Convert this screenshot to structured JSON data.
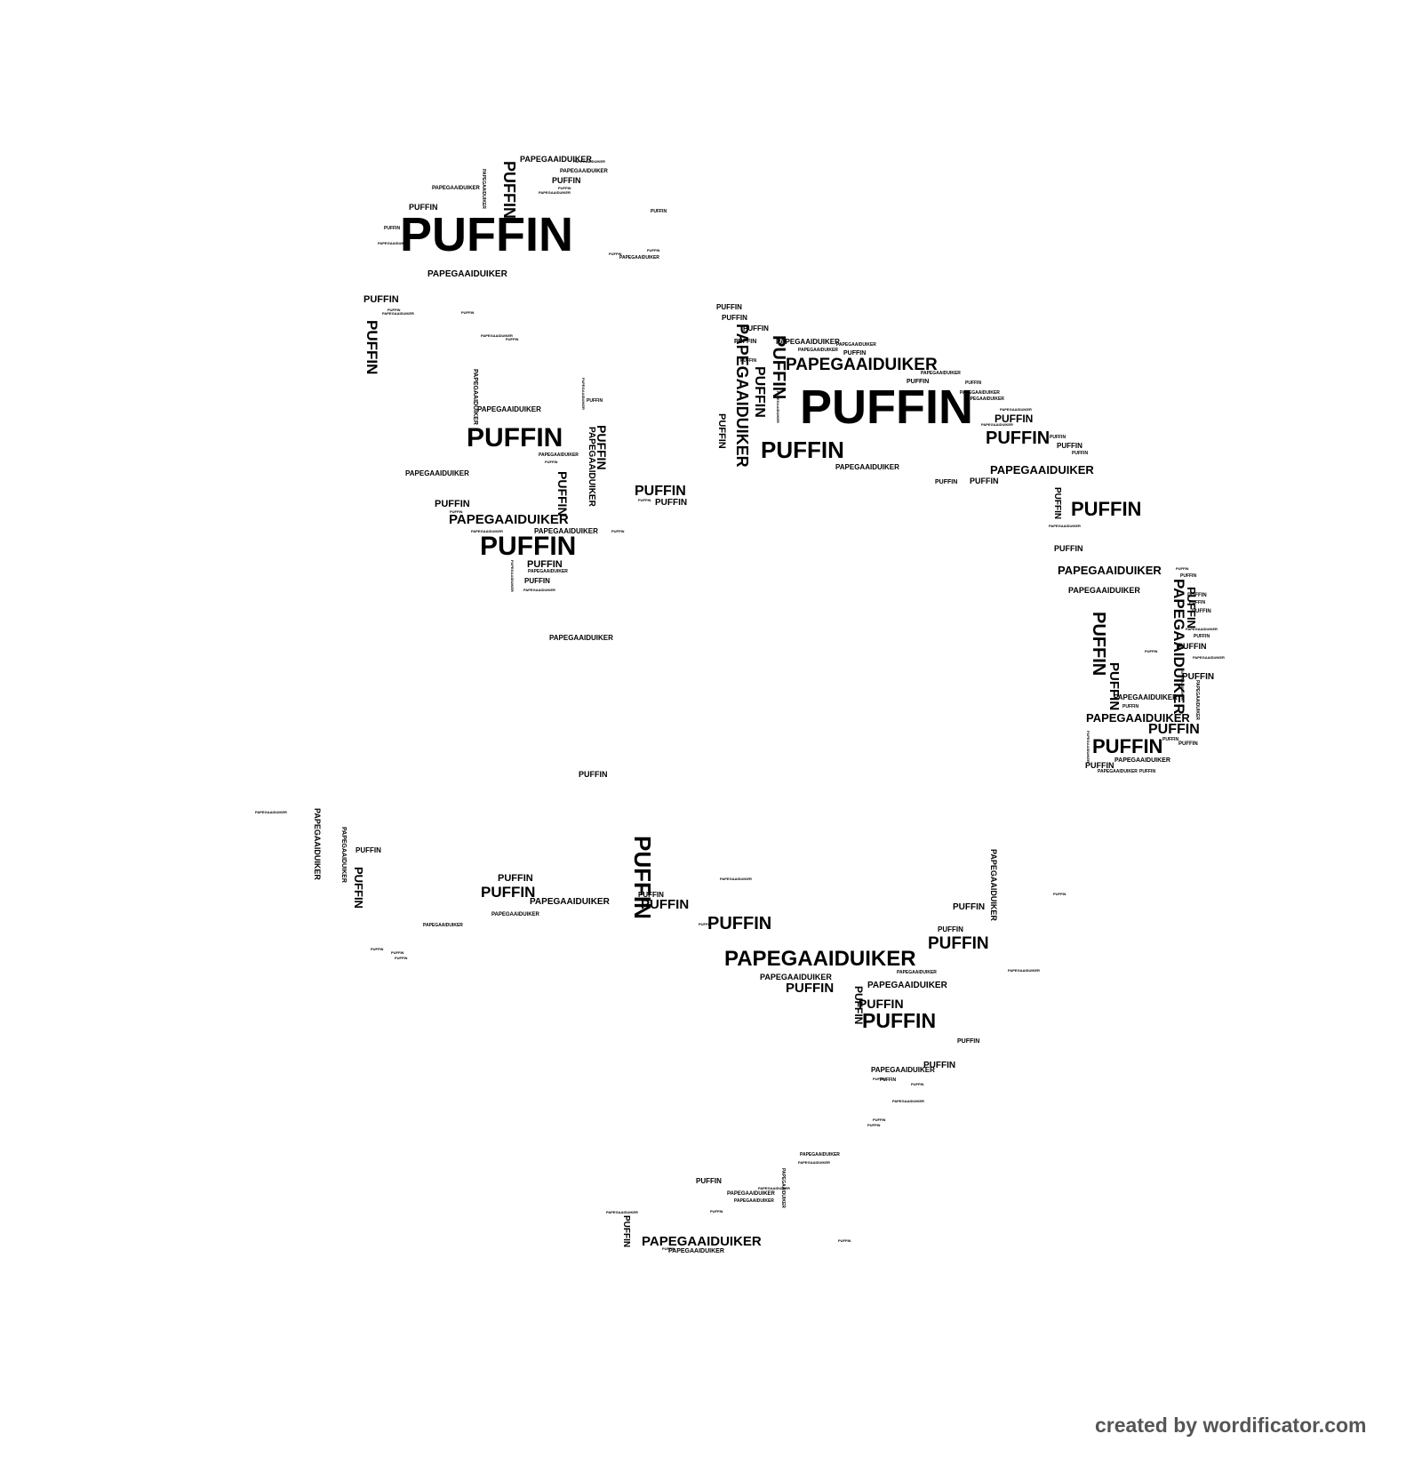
{
  "words": {
    "puffin": "PUFFIN",
    "papegaaiduiker": "PAPEGAAIDUIKER"
  },
  "credit": "created by wordificator.com",
  "colors": {
    "background": "#ffffff",
    "text": "#000000",
    "credit": "#555555"
  }
}
